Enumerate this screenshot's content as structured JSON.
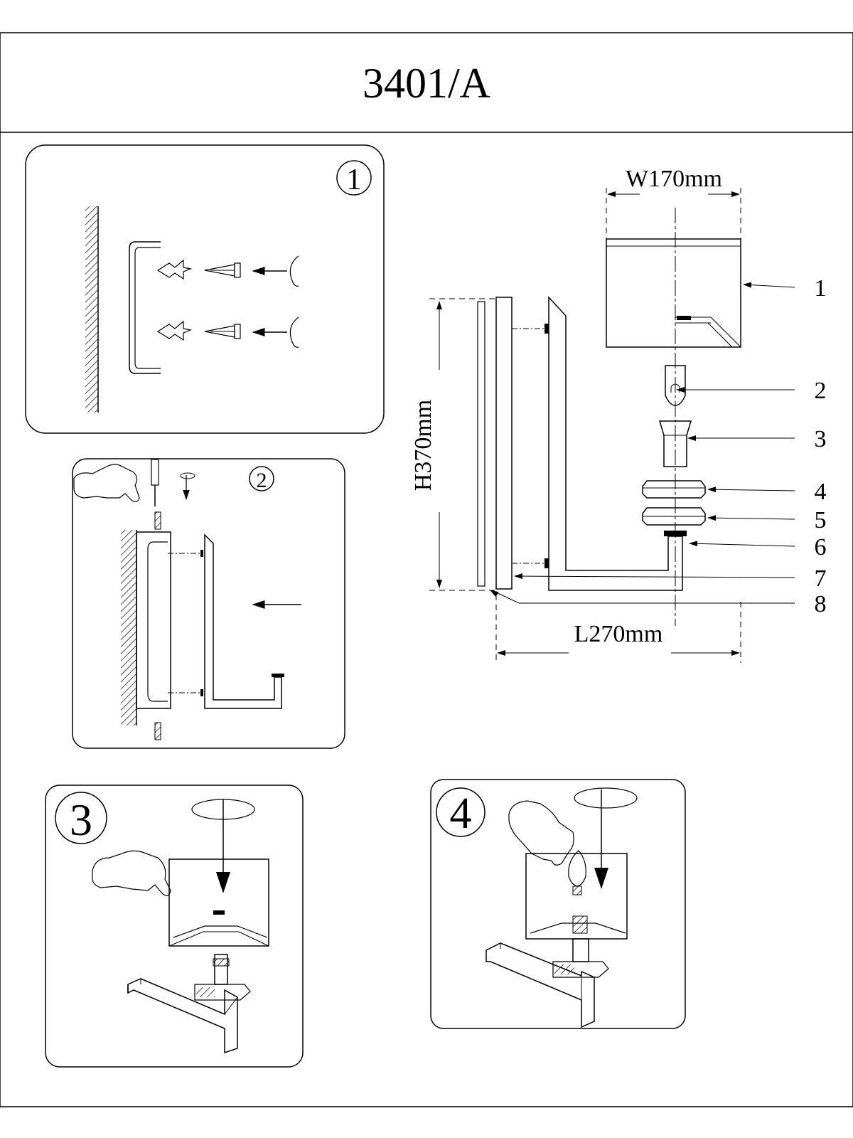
{
  "title": "3401/A",
  "dimensions": {
    "width": "W170mm",
    "height": "H370mm",
    "length": "L270mm"
  },
  "part_numbers": [
    "1",
    "2",
    "3",
    "4",
    "5",
    "6",
    "7",
    "8"
  ],
  "steps": {
    "step1": "1",
    "step2": "2",
    "step3": "3",
    "step4": "4"
  },
  "icons": [
    "wall-hatch-icon",
    "hand-icon",
    "screwdriver-icon",
    "screw-icon",
    "wall-anchor-icon",
    "rotate-arrow-icon",
    "light-bulb-icon"
  ]
}
